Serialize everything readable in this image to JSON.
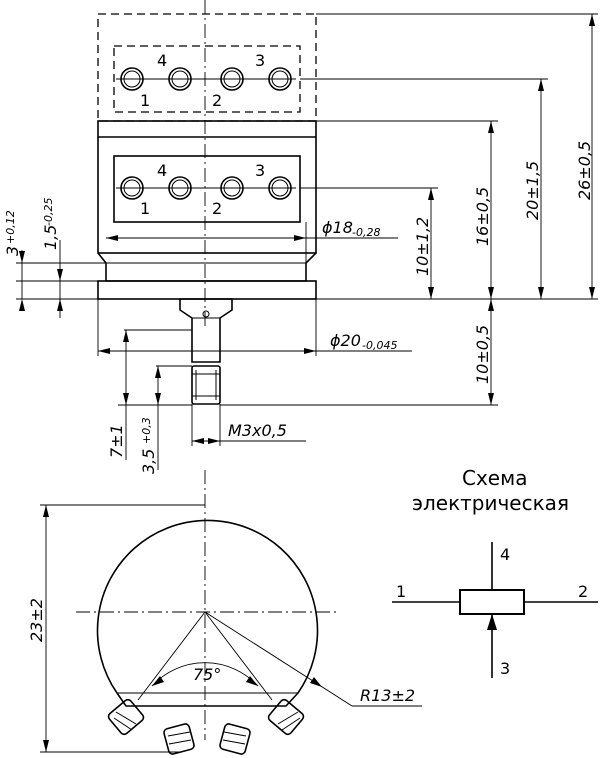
{
  "top_view": {
    "pins_upper": [
      "4",
      "3",
      "1",
      "2"
    ],
    "pins_lower": [
      "4",
      "3",
      "1",
      "2"
    ]
  },
  "dimensions": {
    "d26": "26±0,5",
    "d20": "20±1,5",
    "d16": "16±0,5",
    "d10a": "10±1,2",
    "d10b": "10±0,5",
    "phi18": "ϕ18",
    "phi18_tol": "-0,28",
    "phi20": "ϕ20",
    "phi20_tol": "-0,045",
    "d3": "3",
    "d3_tol": "+0,12",
    "d15": "1,5",
    "d15_tol": "-0,25",
    "d7": "7±1",
    "d35": "3,5",
    "d35_tol": "+0,3",
    "thread": "M3x0,5",
    "d23": "23±2",
    "angle": "75°",
    "radius": "R13±2"
  },
  "schematic": {
    "title_line1": "Схема",
    "title_line2": "электрическая",
    "pin1": "1",
    "pin2": "2",
    "pin3": "3",
    "pin4": "4"
  }
}
